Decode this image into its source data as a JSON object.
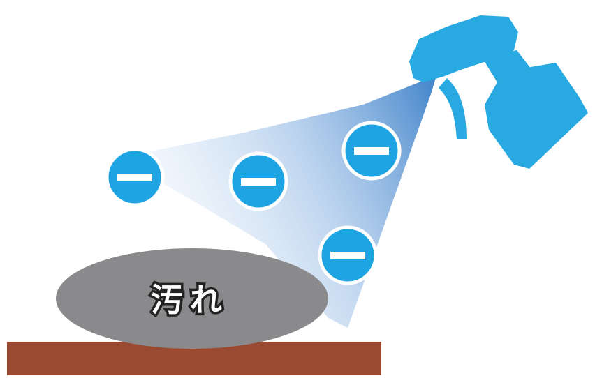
{
  "dirt": {
    "label": "汚れ"
  },
  "colors": {
    "spray_bottle": "#29a9e1",
    "negative_ion": "#1ea4e2",
    "ion_ring": "#ffffff",
    "dirt": "#8a8a8c",
    "surface": "#9a4a30",
    "spray_mist": "#5a8fd0"
  },
  "icons": {
    "bottle": "spray-bottle-icon",
    "ion": "minus-circle-icon"
  },
  "ions": [
    {
      "symbol": "minus"
    },
    {
      "symbol": "minus"
    },
    {
      "symbol": "minus"
    },
    {
      "symbol": "minus"
    }
  ]
}
